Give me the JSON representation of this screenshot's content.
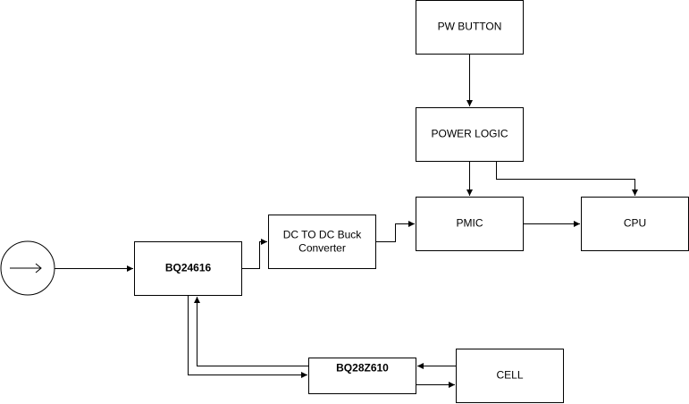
{
  "colors": {
    "stroke": "#000000",
    "fill": "#ffffff",
    "background": "#ffffff"
  },
  "source": {
    "icon": "arrow-in-circle-icon"
  },
  "blocks": {
    "pw_button": {
      "label": "PW BUTTON"
    },
    "power_logic": {
      "label": "POWER LOGIC"
    },
    "pmic": {
      "label": "PMIC"
    },
    "cpu": {
      "label": "CPU"
    },
    "dc_converter": {
      "line1": "DC TO DC Buck",
      "line2": "Converter"
    },
    "bq24616": {
      "label": "BQ24616"
    },
    "bq28z610": {
      "label": "BQ28Z610"
    },
    "cell": {
      "label": "CELL"
    }
  }
}
